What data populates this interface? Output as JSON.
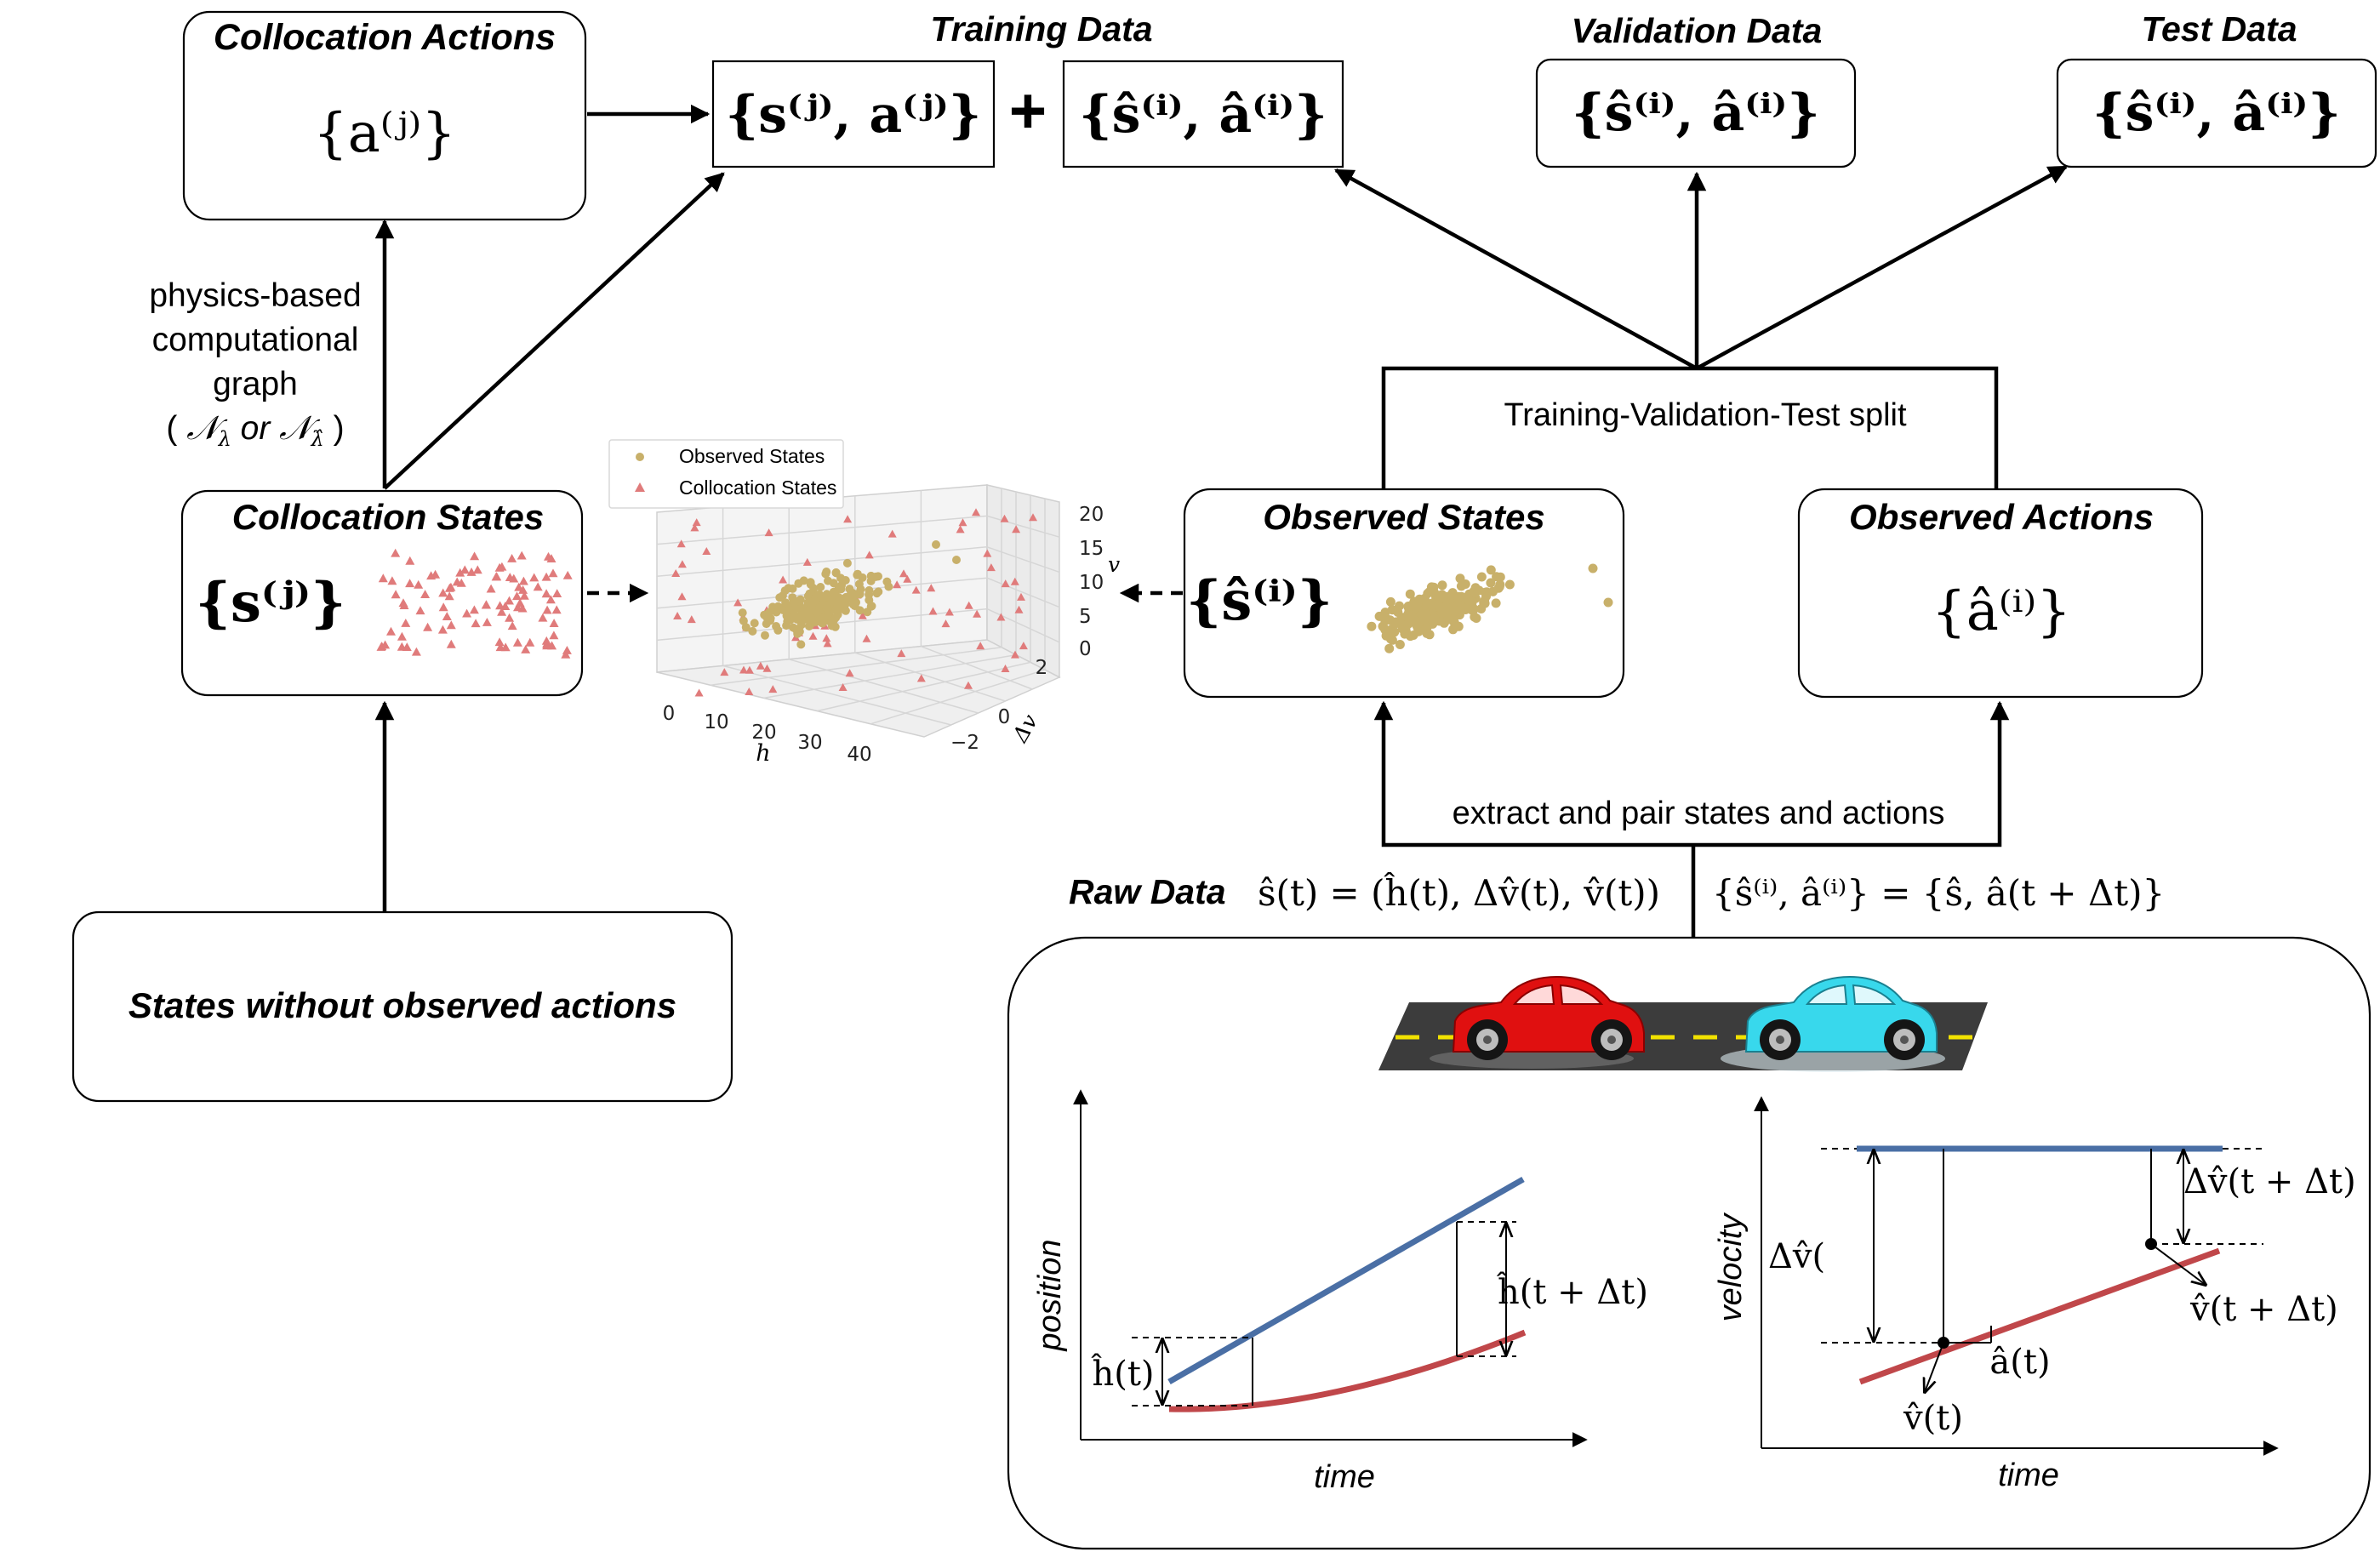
{
  "titles": {
    "collocation_actions": "Collocation Actions",
    "training_data": "Training Data",
    "validation_data": "Validation Data",
    "test_data": "Test  Data",
    "collocation_states": "Collocation States",
    "observed_states": "Observed States",
    "observed_actions": "Observed Actions",
    "states_without": "States without observed actions",
    "raw_data": "Raw Data"
  },
  "math": {
    "a_j": "{a⁽ʲ⁾}",
    "s_j": "{s⁽ʲ⁾}",
    "train_colloc": "{s⁽ʲ⁾, a⁽ʲ⁾}",
    "plus": "+",
    "train_obs": "{ŝ⁽ⁱ⁾, â⁽ⁱ⁾}",
    "val": "{ŝ⁽ⁱ⁾, â⁽ⁱ⁾}",
    "test": "{ŝ⁽ⁱ⁾, â⁽ⁱ⁾}",
    "obs_states": "{ŝ⁽ⁱ⁾}",
    "obs_actions": "{â⁽ⁱ⁾}",
    "raw_state": "ŝ(t) = (ĥ(t), Δv̂(t), v̂(t))",
    "raw_pair": "{ŝ⁽ⁱ⁾, â⁽ⁱ⁾} = {ŝ, â(t + Δt)}"
  },
  "labels": {
    "physics_line1": "physics-based",
    "physics_line2": "computational",
    "physics_line3": "graph",
    "physics_line4_open": "(",
    "physics_n_lambda": "𝒩",
    "physics_n_lambda_sub": "λ",
    "physics_or": " or ",
    "physics_n_lambda_hat": "𝒩",
    "physics_n_lambda_hat_sub": "λ̂",
    "physics_line4_close": ")",
    "split": "Training-Validation-Test split",
    "extract": "extract and pair states and actions"
  },
  "scatter3d": {
    "legend": [
      "Observed States",
      "Collocation States"
    ],
    "x_axis_label": "h",
    "y_axis_label": "Δv",
    "z_axis_label": "v",
    "x_ticks": [
      "0",
      "10",
      "20",
      "30",
      "40"
    ],
    "y_ticks": [
      "2",
      "0",
      "−2"
    ],
    "z_ticks": [
      "20",
      "15",
      "10",
      "5",
      "0"
    ]
  },
  "position_plot": {
    "y_axis_label": "position",
    "x_axis_label": "time",
    "annot_h_t": "ĥ(t)",
    "annot_h_tdt": "ĥ(t + Δt)"
  },
  "velocity_plot": {
    "y_axis_label": "velocity",
    "x_axis_label": "time",
    "annot_dv": "Δv̂(",
    "annot_dv_tdt": "Δv̂(t + Δt)",
    "annot_v_t": "v̂(t)",
    "annot_v_tdt": "v̂(t + Δt)",
    "annot_a_t": "â(t)"
  },
  "colors": {
    "observed": "#c8b06a",
    "collocation": "#e07b7b",
    "blue_line": "#4a6fa5",
    "red_line": "#c0474a",
    "red_car": "#e01010",
    "blue_car": "#38d8ec",
    "road": "#3c3c3c",
    "road_line": "#f2e200"
  }
}
